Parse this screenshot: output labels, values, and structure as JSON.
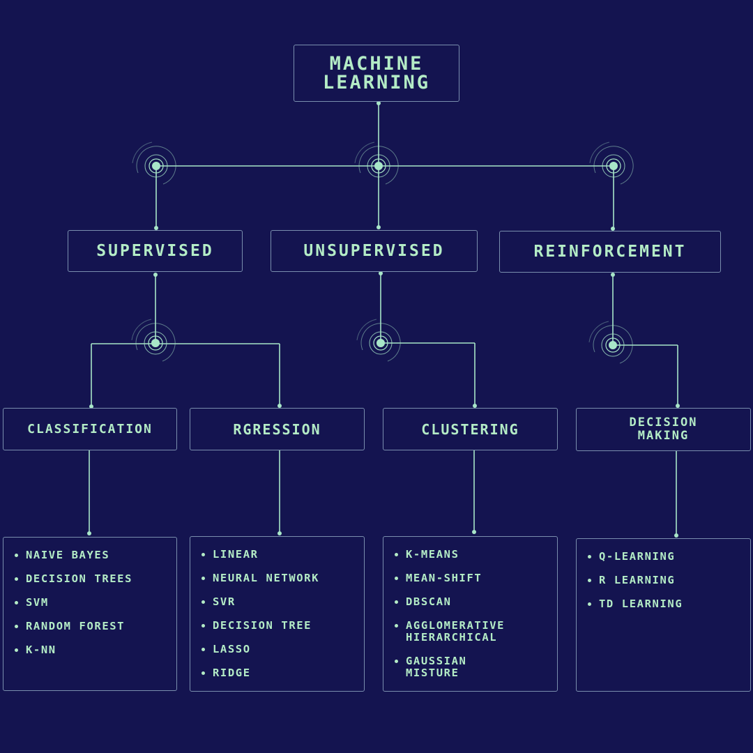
{
  "root": {
    "line1": "MACHINE",
    "line2": "LEARNING"
  },
  "categories": {
    "supervised": "SUPERVISED",
    "unsupervised": "UNSUPERVISED",
    "reinforcement": "REINFORCEMENT"
  },
  "subcategories": {
    "classification": "CLASSIFICATION",
    "regression": "RGRESSION",
    "clustering": "CLUSTERING",
    "decision_making_line1": "DECISION",
    "decision_making_line2": "MAKING"
  },
  "lists": {
    "classification": [
      "NAIVE BAYES",
      "DECISION TREES",
      "SVM",
      "RANDOM FOREST",
      "K-NN"
    ],
    "regression": [
      "LINEAR",
      "NEURAL NETWORK",
      "SVR",
      "DECISION TREE",
      "LASSO",
      "RIDGE"
    ],
    "clustering": [
      "K-MEANS",
      "MEAN-SHIFT",
      "DBSCAN",
      "AGGLOMERATIVE\nHIERARCHICAL",
      "GAUSSIAN\nMISTURE"
    ],
    "decision_making": [
      "Q-LEARNING",
      "R LEARNING",
      "TD LEARNING"
    ]
  },
  "colors": {
    "background": "#141450",
    "text": "#b4ecc6",
    "border": "#7a8fae",
    "line": "#a8e6c8"
  }
}
